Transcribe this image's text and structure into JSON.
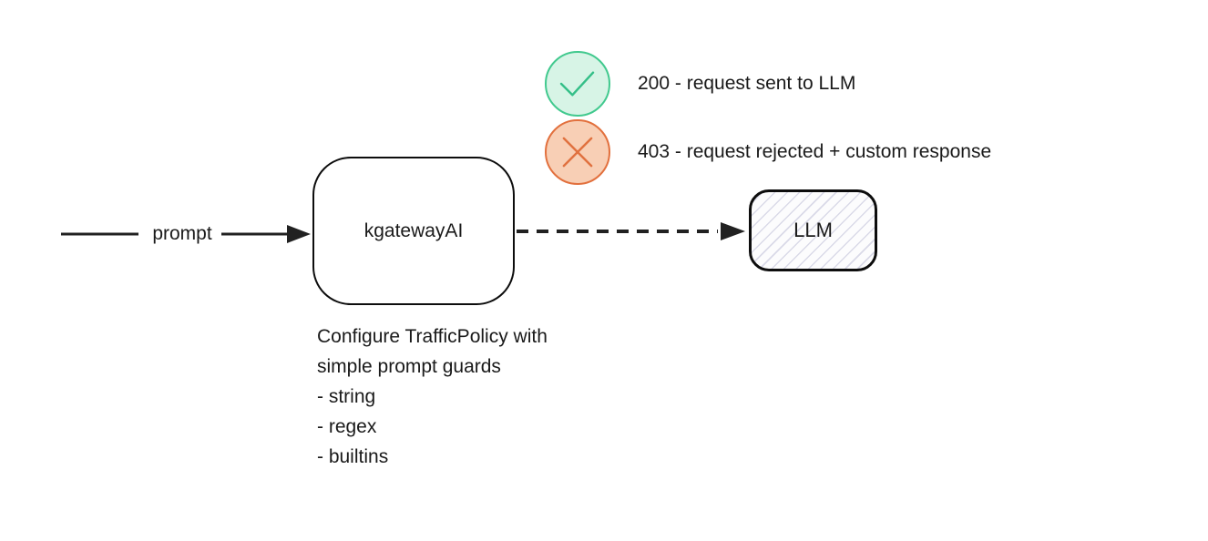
{
  "diagram": {
    "prompt_label": "prompt",
    "gateway": {
      "label": "kgatewayAI"
    },
    "llm": {
      "label": "LLM"
    },
    "statuses": [
      {
        "icon": "check-circle-icon",
        "text": "200 - request sent to LLM"
      },
      {
        "icon": "x-circle-icon",
        "text": "403 - request rejected + custom response"
      }
    ],
    "caption": {
      "lines": [
        "Configure TrafficPolicy with",
        "simple prompt guards",
        "- string",
        "- regex",
        "- builtins"
      ]
    },
    "colors": {
      "success_fill": "#d7f4e6",
      "success_stroke": "#41c98e",
      "success_mark": "#34bf88",
      "error_fill": "#f8cfb5",
      "error_stroke": "#e2703d",
      "error_mark": "#e0713f",
      "connector": "#212121",
      "node_border": "#0d0d0d",
      "hatch": "#dadae8",
      "text": "#1a1a1a"
    }
  }
}
